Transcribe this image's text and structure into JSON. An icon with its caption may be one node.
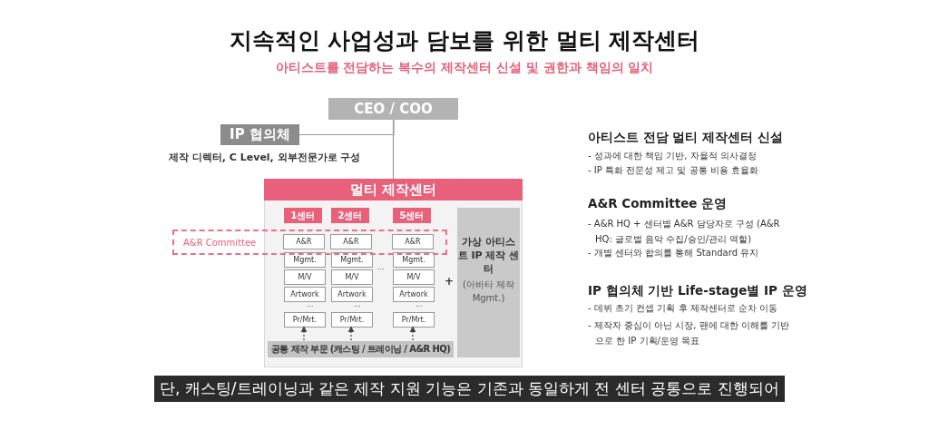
{
  "diagram": {
    "title": "지속적인 사업성과 담보를 위한 멀티 제작센터",
    "caption": "단, 캐스팅/트레이닝과 같은 제작 지원 기능은 기존과 동일하게 전 센터 공통으로 진행되어",
    "nodes": [
      {
        "text": [
          "CEO / COO"
        ]
      },
      {
        "text": [
          "IP 협의체"
        ],
        "beside": [
          "제작 디렉터, C Level, 외부전문가로 구성"
        ]
      },
      {
        "text": [
          "멀티 제작센터"
        ]
      },
      {
        "text": [
          "1센터"
        ],
        "in": 2
      },
      {
        "text": [
          "2센터"
        ],
        "in": 2
      },
      {
        "text": [
          "5센터"
        ],
        "in": 2
      },
      {
        "text": [
          "A&R Committee"
        ]
      },
      {
        "text": [
          "A&R"
        ]
      },
      {
        "text": [
          "Mgmt."
        ],
        "in": 2
      },
      {
        "text": [
          "M/V"
        ],
        "in": 2
      },
      {
        "text": [
          "Artwork"
        ],
        "in": 2
      },
      {
        "text": [
          "Pr/Mrt."
        ],
        "in": 2
      },
      {
        "text": [
          "A&R"
        ]
      },
      {
        "text": [
          "Mgmt."
        ],
        "in": 2
      },
      {
        "text": [
          "M/V"
        ],
        "in": 2
      },
      {
        "text": [
          "Artwork"
        ],
        "in": 2
      },
      {
        "text": [
          "Pr/Mrt."
        ],
        "in": 2
      },
      {
        "text": [
          "A&R"
        ]
      },
      {
        "text": [
          "Mgmt."
        ],
        "in": 2
      },
      {
        "text": [
          "M/V"
        ],
        "in": 2
      },
      {
        "text": [
          "Artwork"
        ],
        "in": 2
      },
      {
        "text": [
          "Pr/Mrt."
        ],
        "in": 2
      },
      {
        "text": [
          "공통 제작 부문 (캐스팅 / 트레이닝 / A&R HQ)"
        ],
        "in": 2
      },
      {
        "text": [
          "가상 아티스트 IP 제작 센터",
          "(아바타 제작 Mgmt.)"
        ],
        "in": 2
      }
    ],
    "edges": [
      {
        "from": 0,
        "to": 2,
        "arrow": "none"
      },
      {
        "from": 1,
        "to": 0,
        "arrow": "none"
      },
      {
        "from": 22,
        "to": 11,
        "arrow": "to",
        "style": "dashed"
      },
      {
        "from": 22,
        "to": 16,
        "arrow": "to",
        "style": "dashed"
      },
      {
        "from": 22,
        "to": 21,
        "arrow": "to",
        "style": "dashed"
      }
    ],
    "labels": [
      "아티스트를 전담하는 복수의 제작센터 신설 및 권한과 책임의 일치",
      "...",
      "...",
      "...",
      "...",
      "+",
      "아티스트 전담 멀티 제작센터 신설",
      "- 성과에 대한 책임 기반, 자율적 의사결정",
      "- IP 특화 전문성 제고 및 공통 비용 효율화",
      "A&R Committee 운영",
      "- A&R HQ + 센터별 A&R 담당자로 구성 (A&R HQ: 글로벌 음악 수집/승인/관리 역할)",
      "- 개별 센터와 합의를 통해 Standard 유지",
      "IP 협의체 기반 Life-stage별 IP 운영",
      "- 데뷔 초기 컨셉 기획 후 제작센터로 순차 이동",
      "- 제작자 중심이 아닌 시장, 팬에 대한 이해를 기반으로 한 IP 기획/운영 목표"
    ]
  }
}
